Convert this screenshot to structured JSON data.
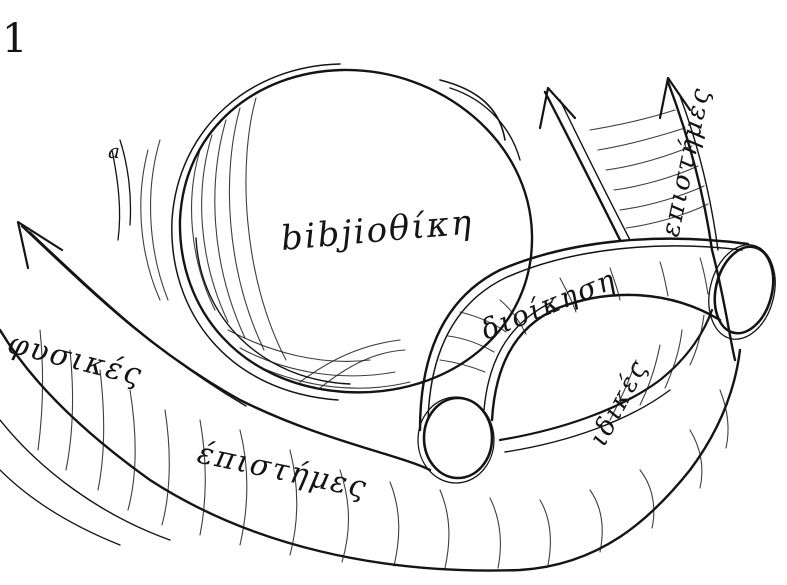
{
  "sketch": {
    "corner_mark": "1",
    "sphere_label": "bibjioθίκη",
    "sphere_small_mark": "a",
    "outer_tube_label_left": "φυσικές",
    "outer_tube_label_right": "έπιστήμες",
    "inner_tube_label": "διοίκηση",
    "right_tube_label_top": "επιστήμες",
    "right_tube_label_bottom": "ιδικές"
  }
}
